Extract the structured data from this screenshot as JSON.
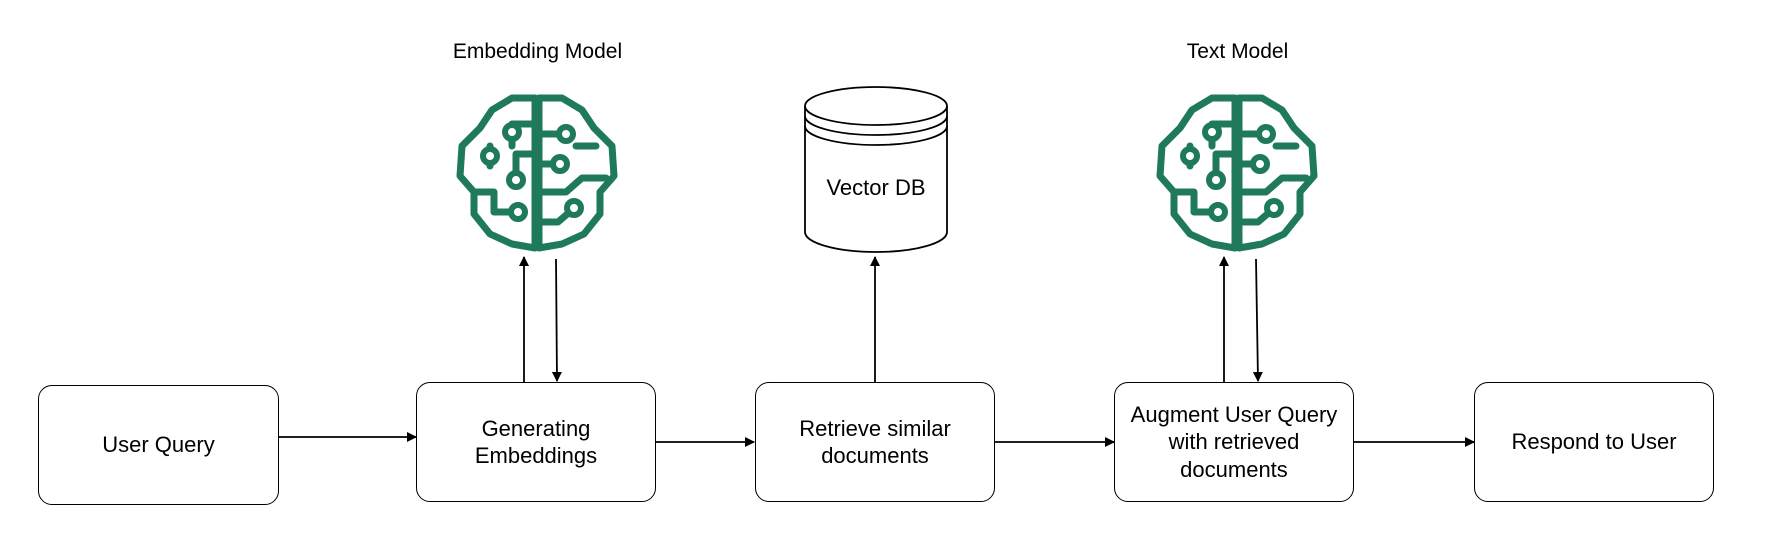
{
  "captions": {
    "embedding_model": "Embedding Model",
    "text_model": "Text Model"
  },
  "database": {
    "label": "Vector DB"
  },
  "boxes": {
    "user_query": "User Query",
    "generating_embeddings_line1": "Generating",
    "generating_embeddings_line2": "Embeddings",
    "retrieve_line1": "Retrieve similar",
    "retrieve_line2": "documents",
    "augment_line1": "Augment User Query",
    "augment_line2": "with retrieved",
    "augment_line3": "documents",
    "respond": "Respond to User"
  },
  "icons": {
    "embedding_model": "brain-circuit-icon",
    "text_model": "brain-circuit-icon",
    "database": "database-cylinder-icon"
  },
  "colors": {
    "brain": "#1f7a5c",
    "stroke": "#000000"
  }
}
